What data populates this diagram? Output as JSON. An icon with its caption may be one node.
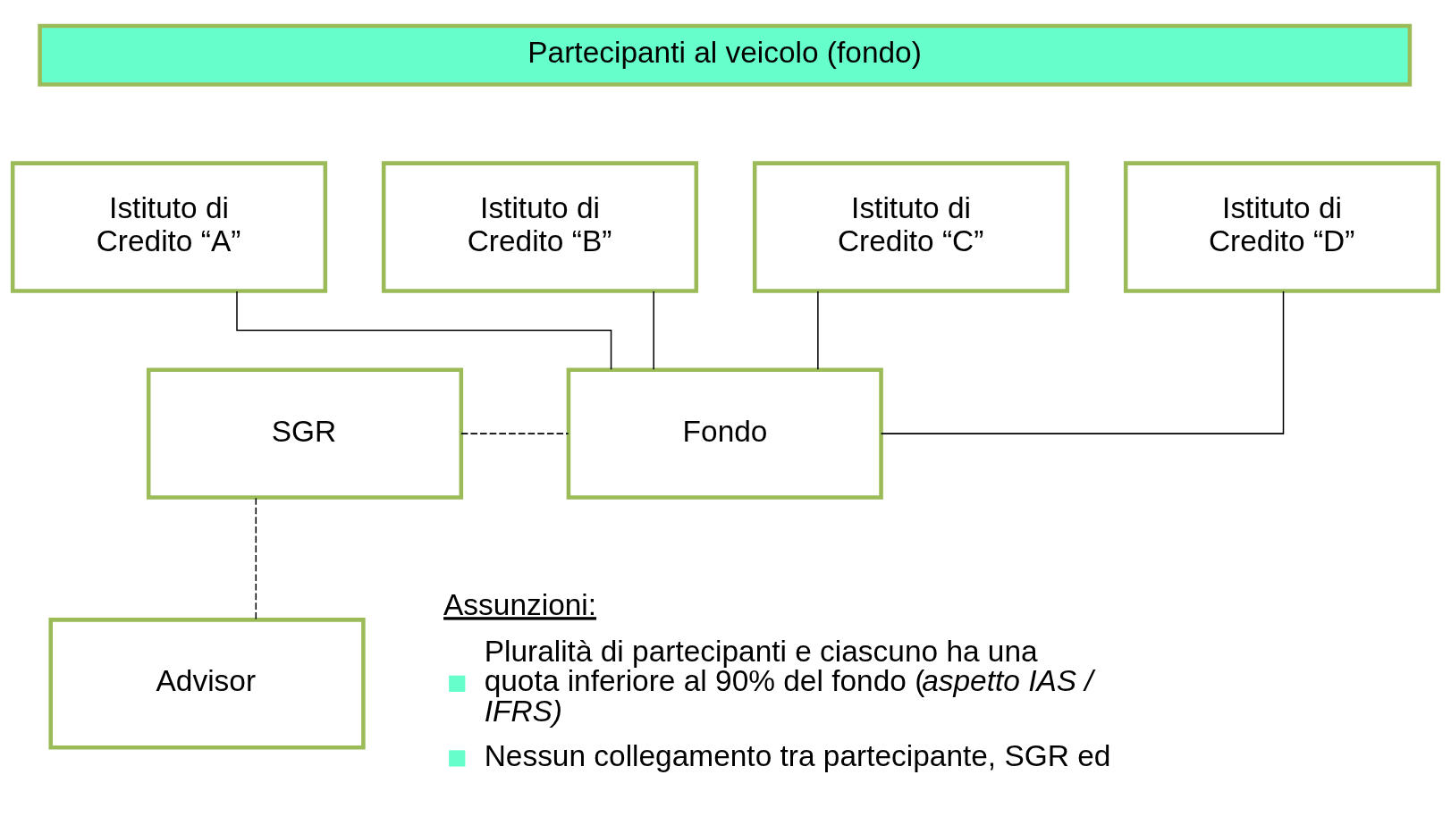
{
  "diagram": {
    "nodes": [
      {
        "text": [
          "Partecipanti al veicolo (fondo)"
        ]
      },
      {
        "text": [
          "Istituto di Credito “A”"
        ]
      },
      {
        "text": [
          "Istituto di Credito “B”"
        ]
      },
      {
        "text": [
          "Istituto di Credito “C”"
        ]
      },
      {
        "text": [
          "Istituto di Credito “D”"
        ]
      },
      {
        "text": [
          "SGR"
        ]
      },
      {
        "text": [
          "Fondo"
        ]
      },
      {
        "text": [
          "Advisor"
        ]
      }
    ],
    "edges": [
      {
        "from": 1,
        "to": 6,
        "arrow": "none"
      },
      {
        "from": 2,
        "to": 6,
        "arrow": "none"
      },
      {
        "from": 3,
        "to": 6,
        "arrow": "none"
      },
      {
        "from": 4,
        "to": 6,
        "arrow": "none"
      },
      {
        "from": 5,
        "to": 6,
        "arrow": "none",
        "style": "dashed"
      },
      {
        "from": 5,
        "to": 7,
        "arrow": "none",
        "style": "dashed"
      }
    ],
    "labels": [
      "Assunzioni:",
      "Pluralità di partecipanti e ciascuno ha una quota inferiore al 90% del fondo (*aspetto IAS / IFRS)*",
      "Nessun collegamento tra partecipante, SGR ed"
    ]
  }
}
